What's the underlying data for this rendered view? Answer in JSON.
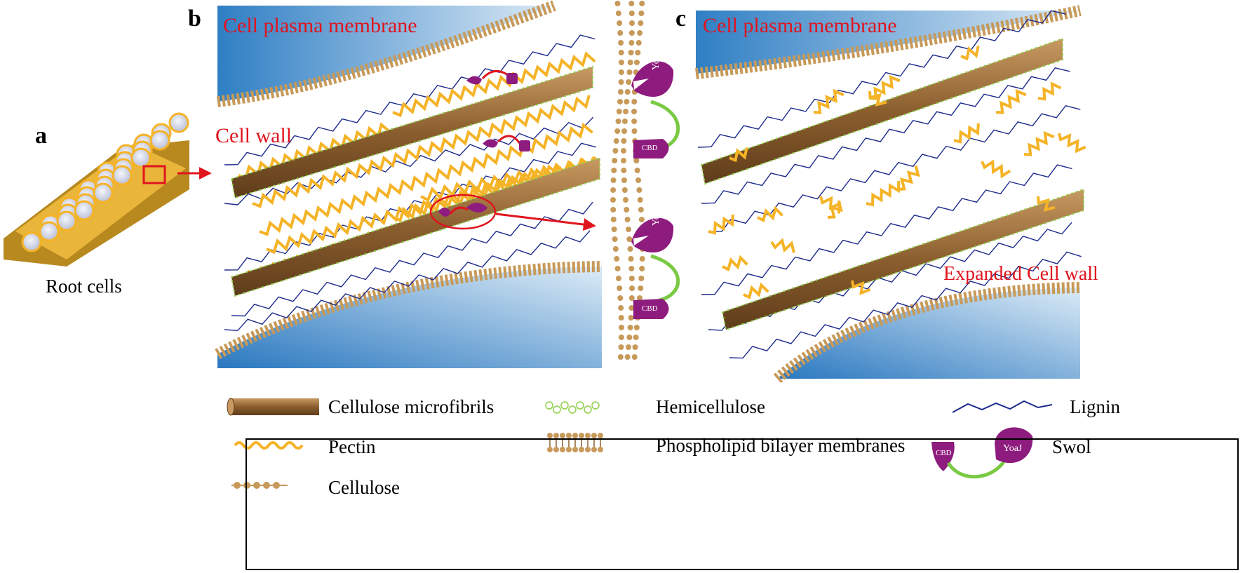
{
  "panels": {
    "a": {
      "letter": "a",
      "caption": "Root cells"
    },
    "b": {
      "letter": "b",
      "membrane_label": "Cell  plasma membrane",
      "wall_label": "Cell wall"
    },
    "c": {
      "letter": "c",
      "membrane_label": "Cell  plasma membrane",
      "wall_label": "Expanded Cell wall"
    }
  },
  "protein": {
    "domain_yoaj": "YoaJ",
    "domain_cbd": "CBD"
  },
  "legend": {
    "cellulose_microfibrils": "Cellulose microfibrils",
    "pectin": "Pectin",
    "cellulose": "Cellulose",
    "hemicellulose": "Hemicellulose",
    "phospholipid": "Phospholipid bilayer membranes",
    "lignin": "Lignin",
    "swol": "Swol"
  },
  "colors": {
    "membrane_blue": "#2f7fc4",
    "lipid_head": "#c79a5a",
    "microfibril": "#8b5e2e",
    "hemicellulose_green": "#8fcf4a",
    "pectin_orange": "#f5b327",
    "lignin_navy": "#1c2a8c",
    "swol_purple": "#8e1c7e",
    "linker_green": "#7ac943",
    "arrow_red": "#e0141e"
  }
}
